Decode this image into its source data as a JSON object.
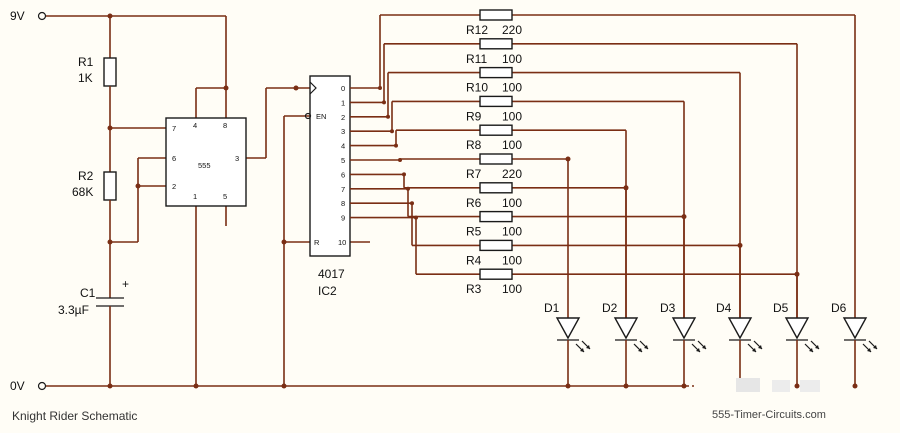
{
  "rails": {
    "vcc": "9V",
    "gnd": "0V"
  },
  "r1": {
    "name": "R1",
    "value": "1K"
  },
  "r2": {
    "name": "R2",
    "value": "68K"
  },
  "c1": {
    "name": "C1",
    "value": "3.3µF",
    "polarity": "+"
  },
  "ic555": {
    "label": "555",
    "pins": {
      "p7": "7",
      "p4": "4",
      "p8": "8",
      "p6": "6",
      "p3": "3",
      "p2": "2",
      "p1": "1",
      "p5": "5"
    }
  },
  "ic4017": {
    "type": "4017",
    "ref": "IC2",
    "en_pin": "EN",
    "reset_pin": "R",
    "pin10": "10",
    "outputs": [
      "0",
      "1",
      "2",
      "3",
      "4",
      "5",
      "6",
      "7",
      "8",
      "9"
    ]
  },
  "resistors": [
    {
      "name": "R12",
      "value": "220"
    },
    {
      "name": "R11",
      "value": "100"
    },
    {
      "name": "R10",
      "value": "100"
    },
    {
      "name": "R9",
      "value": "100"
    },
    {
      "name": "R8",
      "value": "100"
    },
    {
      "name": "R7",
      "value": "220"
    },
    {
      "name": "R6",
      "value": "100"
    },
    {
      "name": "R5",
      "value": "100"
    },
    {
      "name": "R4",
      "value": "100"
    },
    {
      "name": "R3",
      "value": "100"
    }
  ],
  "leds": [
    "D1",
    "D2",
    "D3",
    "D4",
    "D5",
    "D6"
  ],
  "caption": "Knight Rider Schematic",
  "watermark": "555-Timer-Circuits.com"
}
